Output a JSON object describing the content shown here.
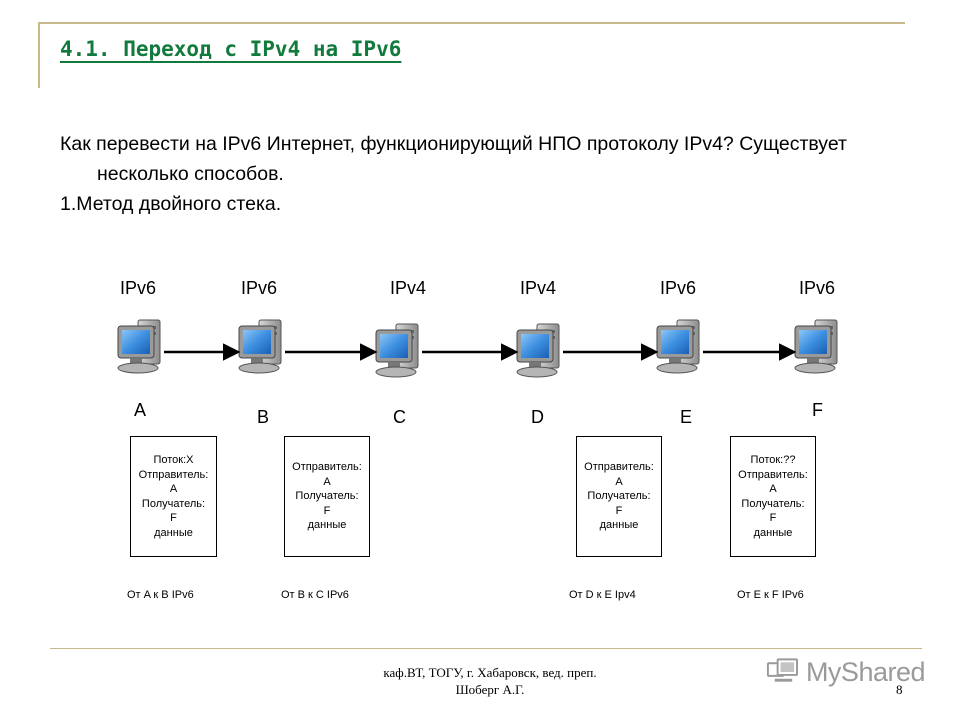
{
  "slide": {
    "title": "4.1. Переход с IPv4 на IPv6",
    "paragraphs": [
      "Как перевести на IPv6 Интернет, функционирующий НПО протоколу IPv4? Существует несколько способов.",
      "1.Метод двойного стека."
    ]
  },
  "diagram": {
    "nodes": [
      {
        "protocol": "IPv6",
        "label": "A"
      },
      {
        "protocol": "IPv6",
        "label": "B"
      },
      {
        "protocol": "IPv4",
        "label": "C"
      },
      {
        "protocol": "IPv4",
        "label": "D"
      },
      {
        "protocol": "IPv6",
        "label": "E"
      },
      {
        "protocol": "IPv6",
        "label": "F"
      }
    ],
    "packets": [
      {
        "lines": [
          "Поток:X",
          "Отправитель:",
          "A",
          "Получатель:",
          "F",
          "данные"
        ],
        "caption": "От A к B IPv6"
      },
      {
        "lines": [
          "Отправитель:",
          "A",
          "Получатель:",
          "F",
          "данные"
        ],
        "caption": "От B к C IPv6"
      },
      {
        "lines": [
          "Отправитель:",
          "A",
          "Получатель:",
          "F",
          "данные"
        ],
        "caption": "От D к E Ipv4"
      },
      {
        "lines": [
          "Поток:??",
          "Отправитель:",
          "A",
          "Получатель:",
          "F",
          "данные"
        ],
        "caption": "От E к F IPv6"
      }
    ]
  },
  "footer": {
    "line1": "каф.ВТ, ТОГУ, г. Хабаровск, вед. преп.",
    "line2": "Шоберг А.Г.",
    "page_number": "8",
    "logo_text": "MyShared"
  },
  "colors": {
    "title": "#127a3c",
    "rule": "#c8b98a",
    "monitor_screen": "#3d8fe0",
    "logo": "#9a9a9a"
  }
}
